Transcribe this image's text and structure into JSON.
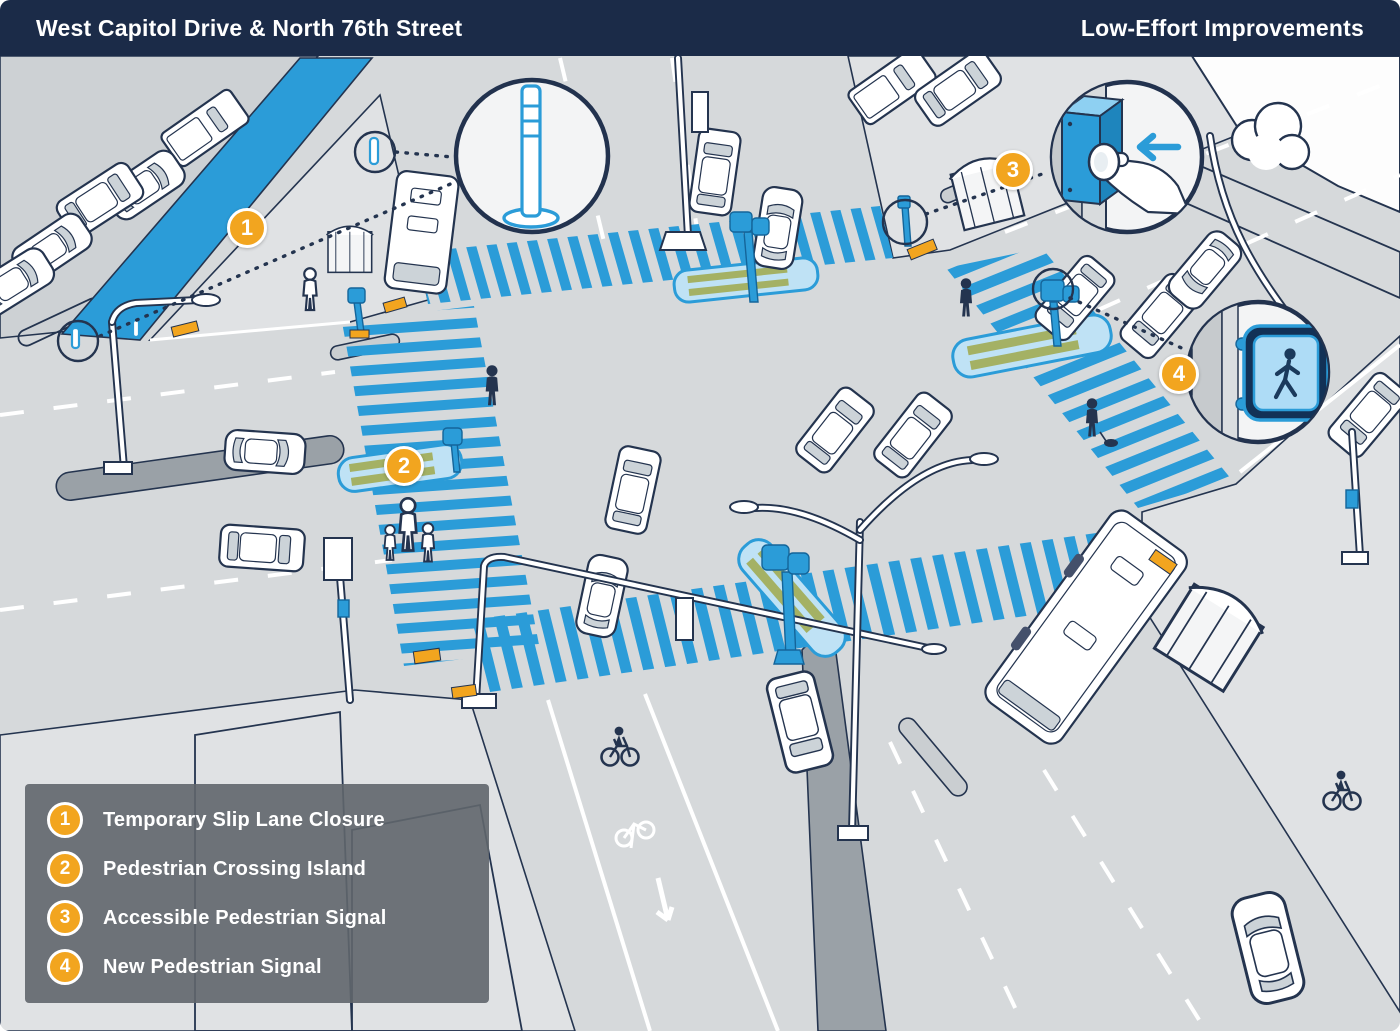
{
  "header": {
    "left_title": "West Capitol Drive & North 76th Street",
    "right_title": "Low-Effort Improvements"
  },
  "improvements": [
    {
      "number": "1",
      "label": "Temporary Slip Lane Closure"
    },
    {
      "number": "2",
      "label": "Pedestrian Crossing Island"
    },
    {
      "number": "3",
      "label": "Accessible Pedestrian Signal"
    },
    {
      "number": "4",
      "label": "New Pedestrian Signal"
    }
  ],
  "callouts": [
    {
      "icon": "flexible-delineator-post-icon"
    },
    {
      "icon": "pedestrian-push-button-icon"
    },
    {
      "icon": "walk-signal-display-icon"
    }
  ],
  "colors": {
    "header_bg": "#1b2b48",
    "accent_orange": "#F2A51F",
    "improvement_blue": "#2B9CD8",
    "light_blue": "#BFE2F5",
    "olive": "#A4B164",
    "ink": "#24344F",
    "road": "#D6D9DB",
    "sidewalk": "#E0E2E4",
    "legend_bg": "rgba(96,102,108,0.9)"
  }
}
